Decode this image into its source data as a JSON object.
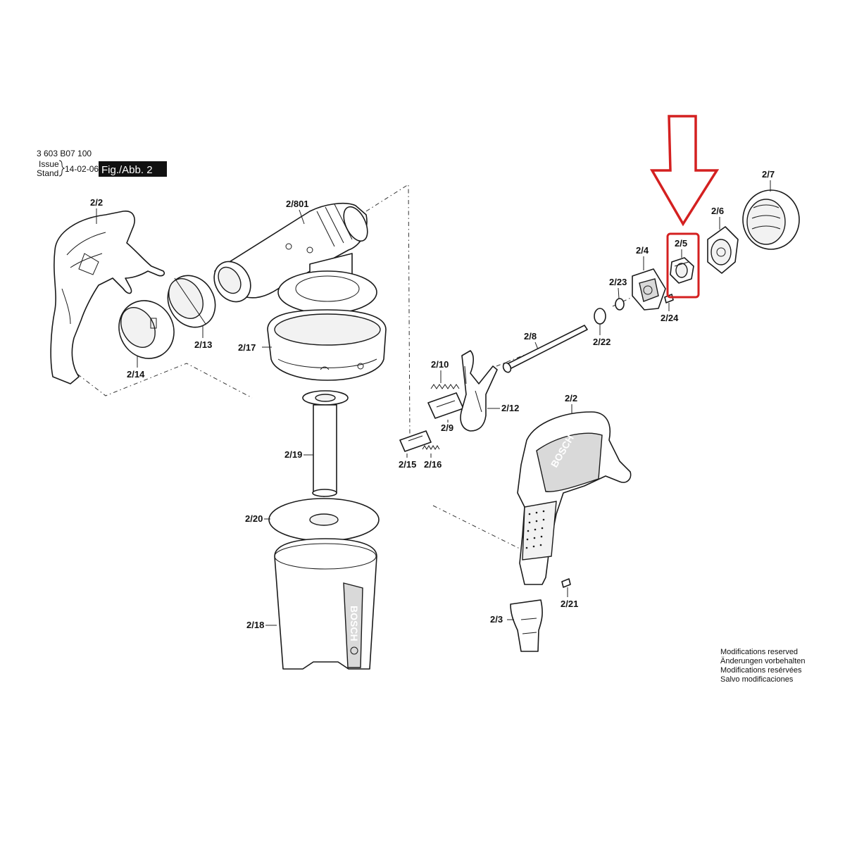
{
  "header": {
    "doc_number": "3 603 B07 100",
    "issue_label": "Issue",
    "stand_label": "Stand",
    "date": "14-02-06",
    "figure_label": "Fig./Abb. 2"
  },
  "parts": [
    {
      "id": "p2_2_left",
      "label": "2/2"
    },
    {
      "id": "p2_13",
      "label": "2/13"
    },
    {
      "id": "p2_14",
      "label": "2/14"
    },
    {
      "id": "p2_801",
      "label": "2/801"
    },
    {
      "id": "p2_17",
      "label": "2/17"
    },
    {
      "id": "p2_19",
      "label": "2/19"
    },
    {
      "id": "p2_20",
      "label": "2/20"
    },
    {
      "id": "p2_18",
      "label": "2/18"
    },
    {
      "id": "p2_10",
      "label": "2/10"
    },
    {
      "id": "p2_9",
      "label": "2/9"
    },
    {
      "id": "p2_12",
      "label": "2/12"
    },
    {
      "id": "p2_15",
      "label": "2/15"
    },
    {
      "id": "p2_16",
      "label": "2/16"
    },
    {
      "id": "p2_8",
      "label": "2/8"
    },
    {
      "id": "p2_22",
      "label": "2/22"
    },
    {
      "id": "p2_23",
      "label": "2/23"
    },
    {
      "id": "p2_4",
      "label": "2/4"
    },
    {
      "id": "p2_24",
      "label": "2/24"
    },
    {
      "id": "p2_5",
      "label": "2/5"
    },
    {
      "id": "p2_6",
      "label": "2/6"
    },
    {
      "id": "p2_7",
      "label": "2/7"
    },
    {
      "id": "p2_2_right",
      "label": "2/2"
    },
    {
      "id": "p2_21",
      "label": "2/21"
    },
    {
      "id": "p2_3",
      "label": "2/3"
    }
  ],
  "brand_marks": [
    "BOSCH",
    "BOSCH"
  ],
  "highlight": {
    "part": "2/5",
    "color": "#d42020"
  },
  "notice": {
    "line1": "Modifications reserved",
    "line2": "Änderungen vorbehalten",
    "line3": "Modifications resérvées",
    "line4": "Salvo modificaciones"
  }
}
